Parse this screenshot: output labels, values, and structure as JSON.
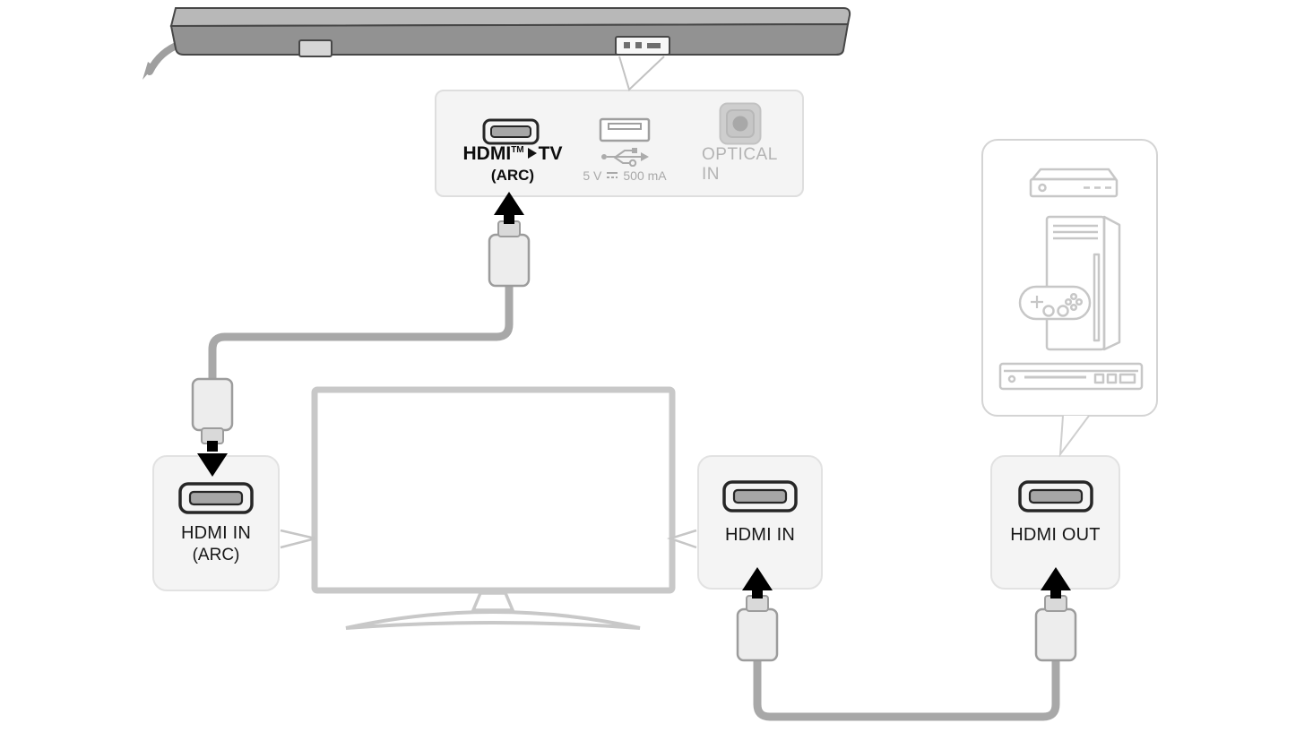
{
  "colors": {
    "background": "#ffffff",
    "panel_bg": "#f4f4f4",
    "panel_border": "#e2e2e2",
    "label_text": "#161616",
    "muted_text": "#a9a9a9",
    "cable_gray": "#a8a8a8",
    "soundbar_gray": "#929292",
    "device_outline_gray": "#c7c7c7",
    "arrow_black": "#000000"
  },
  "soundbar_rear_panel": {
    "hdmi_port": {
      "brand": "HDMI",
      "trademark": "TM",
      "target": "TV",
      "sub_label": "(ARC)"
    },
    "usb_port": {
      "voltage": "5 V",
      "current": "500 mA"
    },
    "optical_port": {
      "label_line1": "OPTICAL",
      "label_line2": "IN"
    }
  },
  "tv_arc_panel": {
    "label": "HDMI IN",
    "sub_label": "(ARC)"
  },
  "tv_hdmi_in_panel": {
    "label": "HDMI IN"
  },
  "source_hdmi_out_panel": {
    "label": "HDMI OUT"
  }
}
